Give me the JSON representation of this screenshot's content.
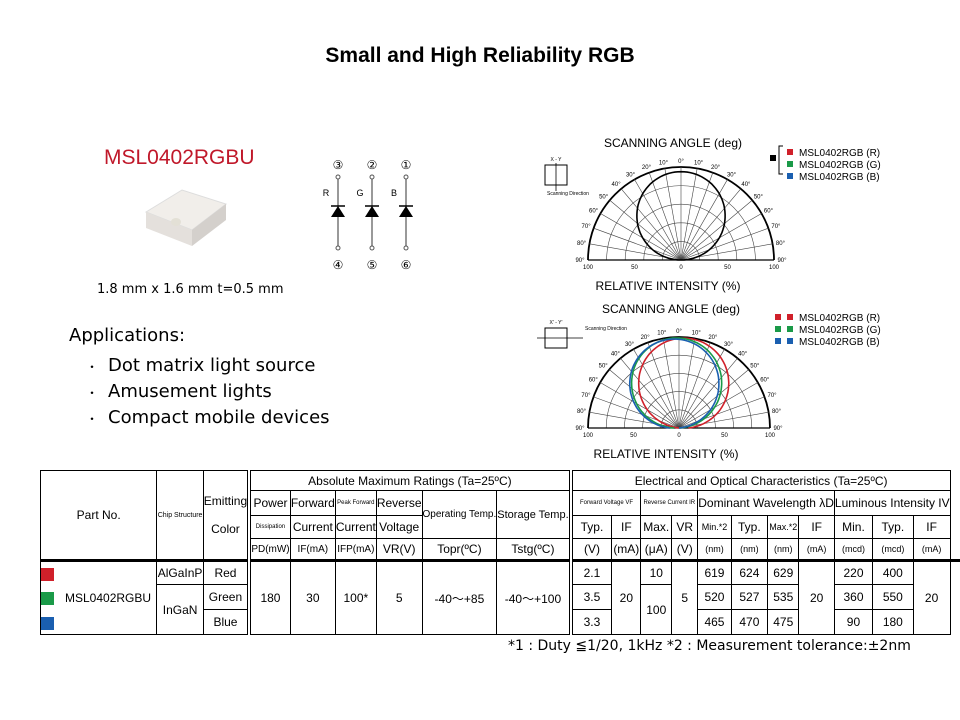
{
  "title": "Small and High Reliability RGB",
  "part_number": "MSL0402RGBU",
  "dimensions": "1.8 mm x 1.6 mm t=0.5 mm",
  "schematic": {
    "pins_top": [
      "③",
      "②",
      "①"
    ],
    "pins_bottom": [
      "④",
      "⑤",
      "⑥"
    ],
    "labels": [
      "R",
      "G",
      "B"
    ]
  },
  "applications": {
    "heading": "Applications:",
    "items": [
      "Dot matrix light source",
      "Amusement lights",
      "Compact mobile devices"
    ]
  },
  "polar_charts": [
    {
      "title": "SCANNING ANGLE (deg)",
      "xlabel": "RELATIVE INTENSITY  (%)",
      "direction": "X - Y",
      "scan_label": "Scanning Direction",
      "legend": [
        "MSL0402RGB (R)",
        "MSL0402RGB (G)",
        "MSL0402RGB (B)"
      ]
    },
    {
      "title": "SCANNING ANGLE (deg)",
      "xlabel": "RELATIVE INTENSITY  (%)",
      "direction": "X' - Y'",
      "scan_label": "Scanning Direction",
      "legend": [
        "MSL0402RGB (R)",
        "MSL0402RGB (G)",
        "MSL0402RGB (B)"
      ]
    }
  ],
  "polar_angle_ticks": [
    "0°",
    "10°",
    "20°",
    "30°",
    "40°",
    "50°",
    "60°",
    "70°",
    "80°",
    "90°"
  ],
  "polar_radial_ticks": [
    "100",
    "50",
    "0",
    "50",
    "100"
  ],
  "colors": {
    "red": "#d0202a",
    "green": "#1a9a48",
    "blue": "#1a5fb0",
    "title_red": "#c0182a"
  },
  "table": {
    "h": {
      "part": "Part No.",
      "chip": "Chip Structure",
      "emit1": "Emitting",
      "emit2": "Color",
      "abs": "Absolute Maximum Ratings (Ta=25ºC)",
      "elec": "Electrical and Optical Characteristics (Ta=25ºC)",
      "power1": "Power",
      "power2": "Dissipation",
      "power3": "PD(mW)",
      "fwd1": "Forward",
      "fwd2": "Current",
      "fwd3": "IF(mA)",
      "peak1": "Peak Forward",
      "peak2": "Current",
      "peak3": "IFP(mA)",
      "rev1": "Reverse",
      "rev2": "Voltage",
      "rev3": "VR(V)",
      "op1": "Operating Temp.",
      "op3": "Topr(ºC)",
      "st1": "Storage Temp.",
      "st3": "Tstg(ºC)",
      "fv": "Forward Voltage VF",
      "rc": "Reverse Current IR",
      "dw": "Dominant Wavelength λD",
      "li": "Luminous Intensity IV",
      "c": [
        "Typ.",
        "IF",
        "Max.",
        "VR",
        "Min.*2",
        "Typ.",
        "Max.*2",
        "IF",
        "Min.",
        "Typ.",
        "IF"
      ],
      "u": [
        "(V)",
        "(mA)",
        "(μA)",
        "(V)",
        "(nm)",
        "(nm)",
        "(nm)",
        "(mA)",
        "(mcd)",
        "(mcd)",
        "(mA)"
      ]
    },
    "part": "MSL0402RGBU",
    "chip": [
      "AlGaInP",
      "InGaN"
    ],
    "colors": [
      "Red",
      "Green",
      "Blue"
    ],
    "abs": [
      "180",
      "30",
      "100*",
      "5",
      "-40～+85",
      "-40～+100"
    ],
    "vf": [
      "2.1",
      "3.5",
      "3.3"
    ],
    "vf_if": "20",
    "ir": [
      "10",
      "100"
    ],
    "vr": "5",
    "wl": [
      [
        "619",
        "624",
        "629"
      ],
      [
        "520",
        "527",
        "535"
      ],
      [
        "465",
        "470",
        "475"
      ]
    ],
    "wl_if": "20",
    "iv": [
      [
        "220",
        "400"
      ],
      [
        "360",
        "550"
      ],
      [
        "90",
        "180"
      ]
    ],
    "iv_if": "20"
  },
  "footnote": "*1 : Duty ≦1/20,  1kHz *2 : Measurement tolerance:±2nm"
}
